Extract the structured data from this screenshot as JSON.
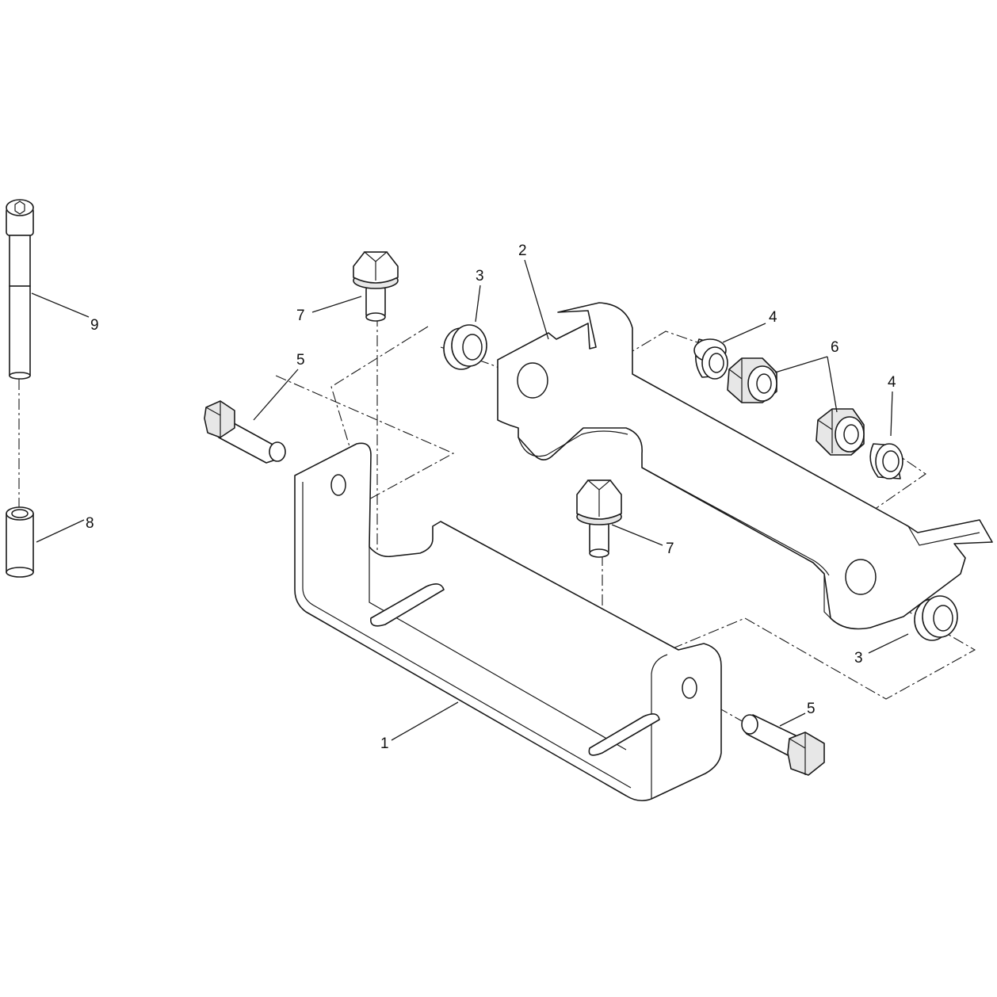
{
  "callouts": {
    "bracket_1": "1",
    "plate_2": "2",
    "washer_3_top": "3",
    "washer_3_bottom": "3",
    "spacer_4_left": "4",
    "spacer_4_right": "4",
    "bolt_5_left": "5",
    "bolt_5_right": "5",
    "nut_6": "6",
    "flange_bolt_7_top": "7",
    "flange_bolt_7_mid": "7",
    "bushing_8": "8",
    "cap_screw_9": "9"
  }
}
